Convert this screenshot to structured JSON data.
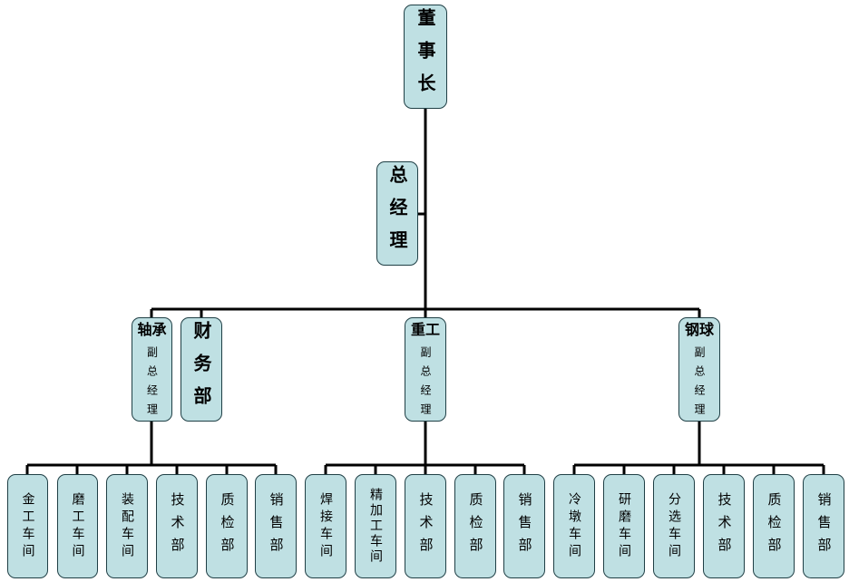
{
  "chairman": "董事长",
  "general_manager": "总经理",
  "finance": "财务部",
  "divisions": [
    {
      "name": "轴承",
      "title": "副总经理",
      "departments": [
        "金工车间",
        "磨工车间",
        "装配车间",
        "技术部",
        "质检部",
        "销售部"
      ]
    },
    {
      "name": "重工",
      "title": "副总经理",
      "departments": [
        "焊接车间",
        "精加工车间",
        "技术部",
        "质检部",
        "销售部"
      ]
    },
    {
      "name": "钢球",
      "title": "副总经理",
      "departments": [
        "冷墩车间",
        "研磨车间",
        "分选车间",
        "技术部",
        "质检部",
        "销售部"
      ]
    }
  ],
  "colors": {
    "box_fill": "#bfe0e3",
    "box_border": "#1f3f45",
    "line": "#000000"
  }
}
